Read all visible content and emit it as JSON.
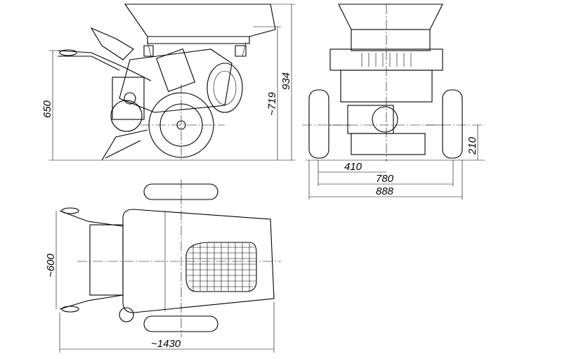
{
  "drawing": {
    "side_view": {
      "dim_height_handle": "650",
      "dim_height_body": "~719",
      "dim_height_total": "934"
    },
    "front_view": {
      "dim_half_track": "410",
      "dim_track": "780",
      "dim_width_total": "888",
      "dim_axle_height": "210"
    },
    "top_view": {
      "dim_handle_width": "~600",
      "dim_length_total": "~1430"
    }
  }
}
